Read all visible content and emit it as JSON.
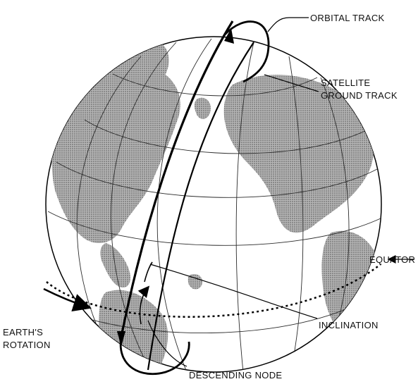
{
  "labels": {
    "orbital_track": "ORBITAL TRACK",
    "satellite_ground_track_line1": "SATELLITE",
    "satellite_ground_track_line2": "GROUND TRACK",
    "equator": "EQUATOR",
    "earths_rotation_line1": "EARTH'S",
    "earths_rotation_line2": "ROTATION",
    "inclination": "INCLINATION",
    "descending_node": "DESCENDING NODE"
  },
  "colors": {
    "ocean": "#ffffff",
    "land": "#9a9a9a",
    "grid": "#2b2b2b",
    "ink": "#000000"
  }
}
